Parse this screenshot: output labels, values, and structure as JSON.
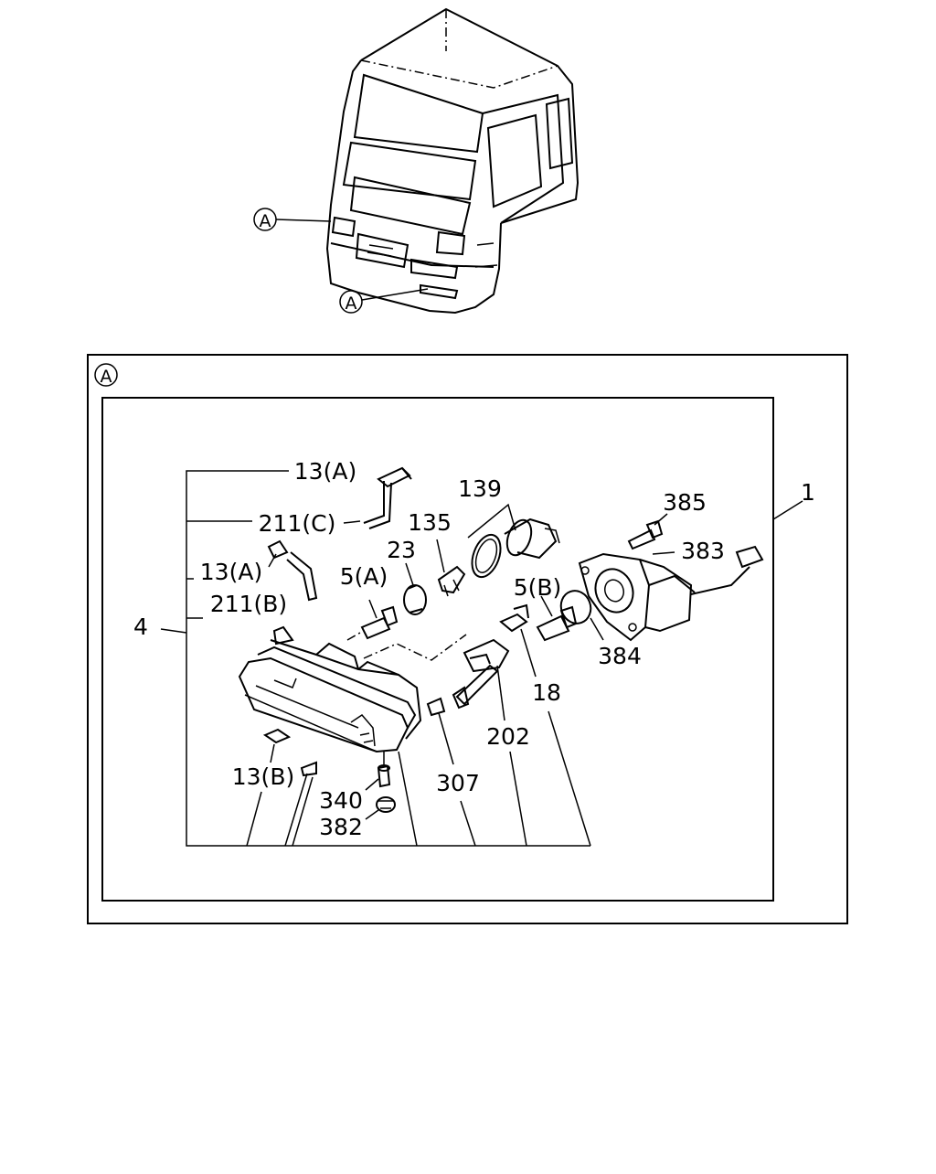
{
  "cab_callouts": [
    "A",
    "A"
  ],
  "section_label": "A",
  "part_numbers": {
    "p1": "1",
    "p4": "4",
    "p13a_top": "13(A)",
    "p211c": "211(C)",
    "p13a": "13(A)",
    "p211b": "211(B)",
    "p139": "139",
    "p135": "135",
    "p23": "23",
    "p5a": "5(A)",
    "p385": "385",
    "p383": "383",
    "p5b": "5(B)",
    "p384": "384",
    "p18": "18",
    "p202": "202",
    "p307": "307",
    "p13b": "13(B)",
    "p340": "340",
    "p382": "382"
  }
}
